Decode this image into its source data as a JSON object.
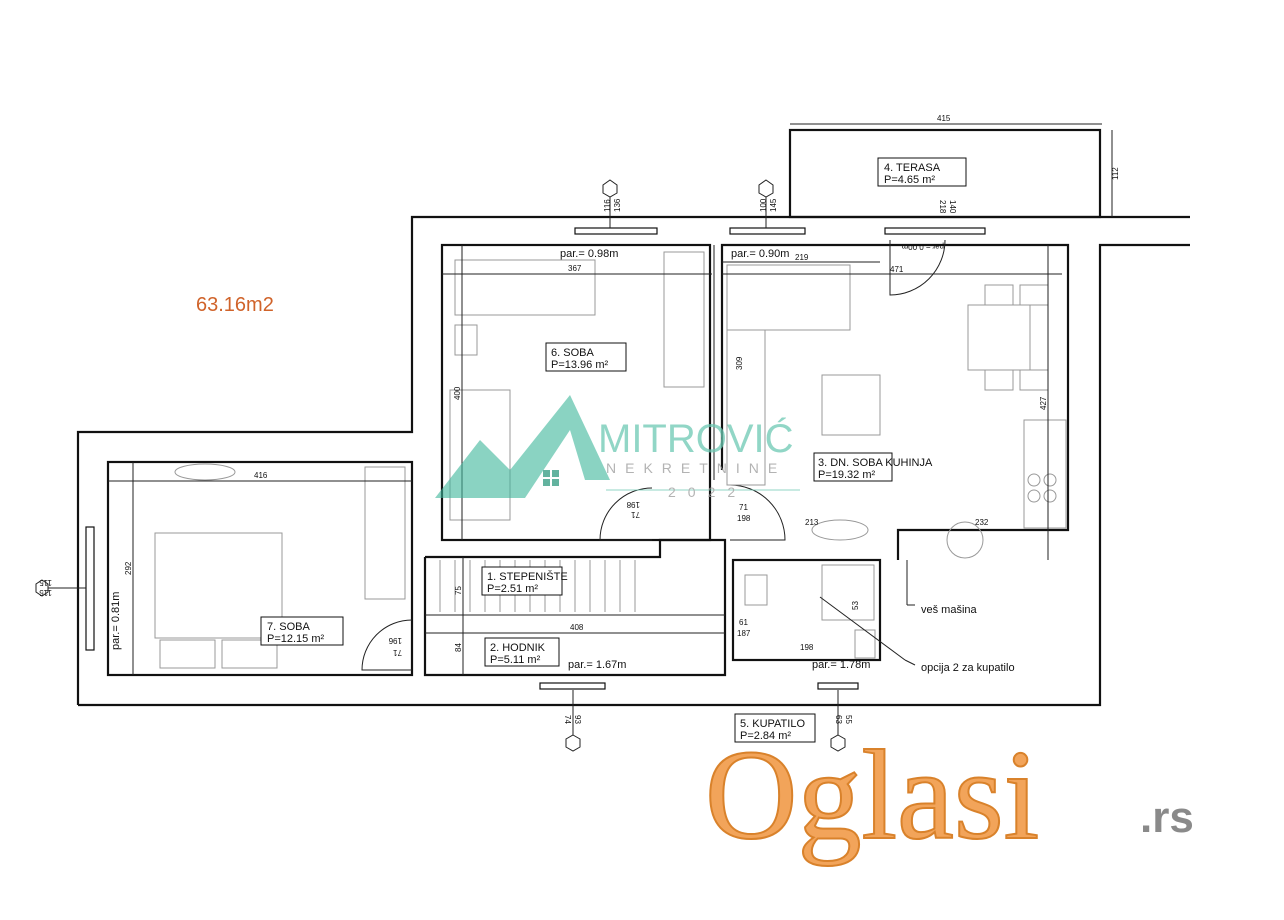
{
  "total_area": "63.16m2",
  "rooms": {
    "stepeniste": {
      "name": "1. STEPENIŠTE",
      "area": "P=2.51  m²"
    },
    "hodnik": {
      "name": "2. HODNIK",
      "area": "P=5.11  m²"
    },
    "dnevna": {
      "name": "3. DN. SOBA  KUHINJA",
      "area": "P=19.32 m²"
    },
    "terasa": {
      "name": "4. TERASA",
      "area": "P=4.65  m²"
    },
    "kupatilo": {
      "name": "5. KUPATILO",
      "area": "P=2.84  m²"
    },
    "soba6": {
      "name": "6. SOBA",
      "area": "P=13.96 m²"
    },
    "soba7": {
      "name": "7. SOBA",
      "area": "P=12.15 m²"
    }
  },
  "notes": {
    "par1": "par.= 0.98m",
    "par2": "par.= 0.90m",
    "par3": "par.= 0.00m",
    "par4": "par.= 0.81m",
    "par5": "par.= 1.67m",
    "par6": "par.= 1.78m",
    "ves": "veš mašina",
    "opcija": "opcija 2 za kupatilo"
  },
  "dims": {
    "d415": "415",
    "d112": "112",
    "d116": "116",
    "d136": "136",
    "d100": "100",
    "d145": "145",
    "d140": "140",
    "d218": "218",
    "d367": "367",
    "d219": "219",
    "d471": "471",
    "d400": "400",
    "d309": "309",
    "d427": "427",
    "d416": "416",
    "d292": "292",
    "d408": "408",
    "d75": "75",
    "d84": "84",
    "d71a": "71",
    "d198a": "198",
    "d71b": "71",
    "d198b": "198",
    "d71c": "71",
    "d196": "196",
    "d61": "61",
    "d187": "187",
    "d198c": "198",
    "d213": "213",
    "d232": "232",
    "d53": "53",
    "d74": "74",
    "d93": "93",
    "d55": "55",
    "d63": "63",
    "d115a": "115",
    "d115b": "115"
  },
  "watermark": {
    "brand": "MITROVIĆ",
    "sub": "NEKRETNINE",
    "year": "2022"
  },
  "site_logo": {
    "text": "Oglasi",
    "tld": ".rs"
  },
  "colors": {
    "accent": "#d0632a",
    "watermark": "#3cb59a"
  }
}
